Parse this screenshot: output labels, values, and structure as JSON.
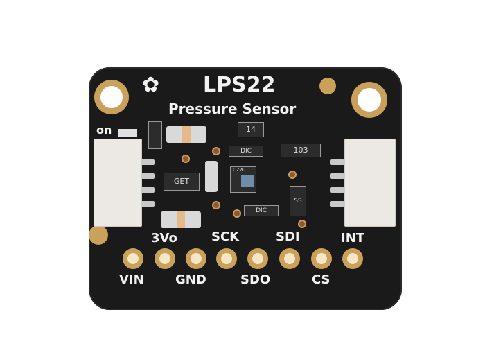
{
  "board": {
    "title": "LPS22",
    "subtitle": "Pressure Sensor",
    "led_label": "on",
    "chip_labels": {
      "regulator": "GET",
      "resistor_network": "103",
      "transistor": "14",
      "resistor_a": "DIC",
      "resistor_b": "DIC",
      "sensor": "C220",
      "small_chip": "SS"
    },
    "pins_top": [
      "3Vo",
      "SCK",
      "SDI",
      "INT"
    ],
    "pins_bottom": [
      "VIN",
      "GND",
      "SDO",
      "CS"
    ],
    "colors": {
      "pcb": "#1b1a1a",
      "gold": "#c9a15a",
      "silkscreen": "#f2f2f2"
    }
  }
}
